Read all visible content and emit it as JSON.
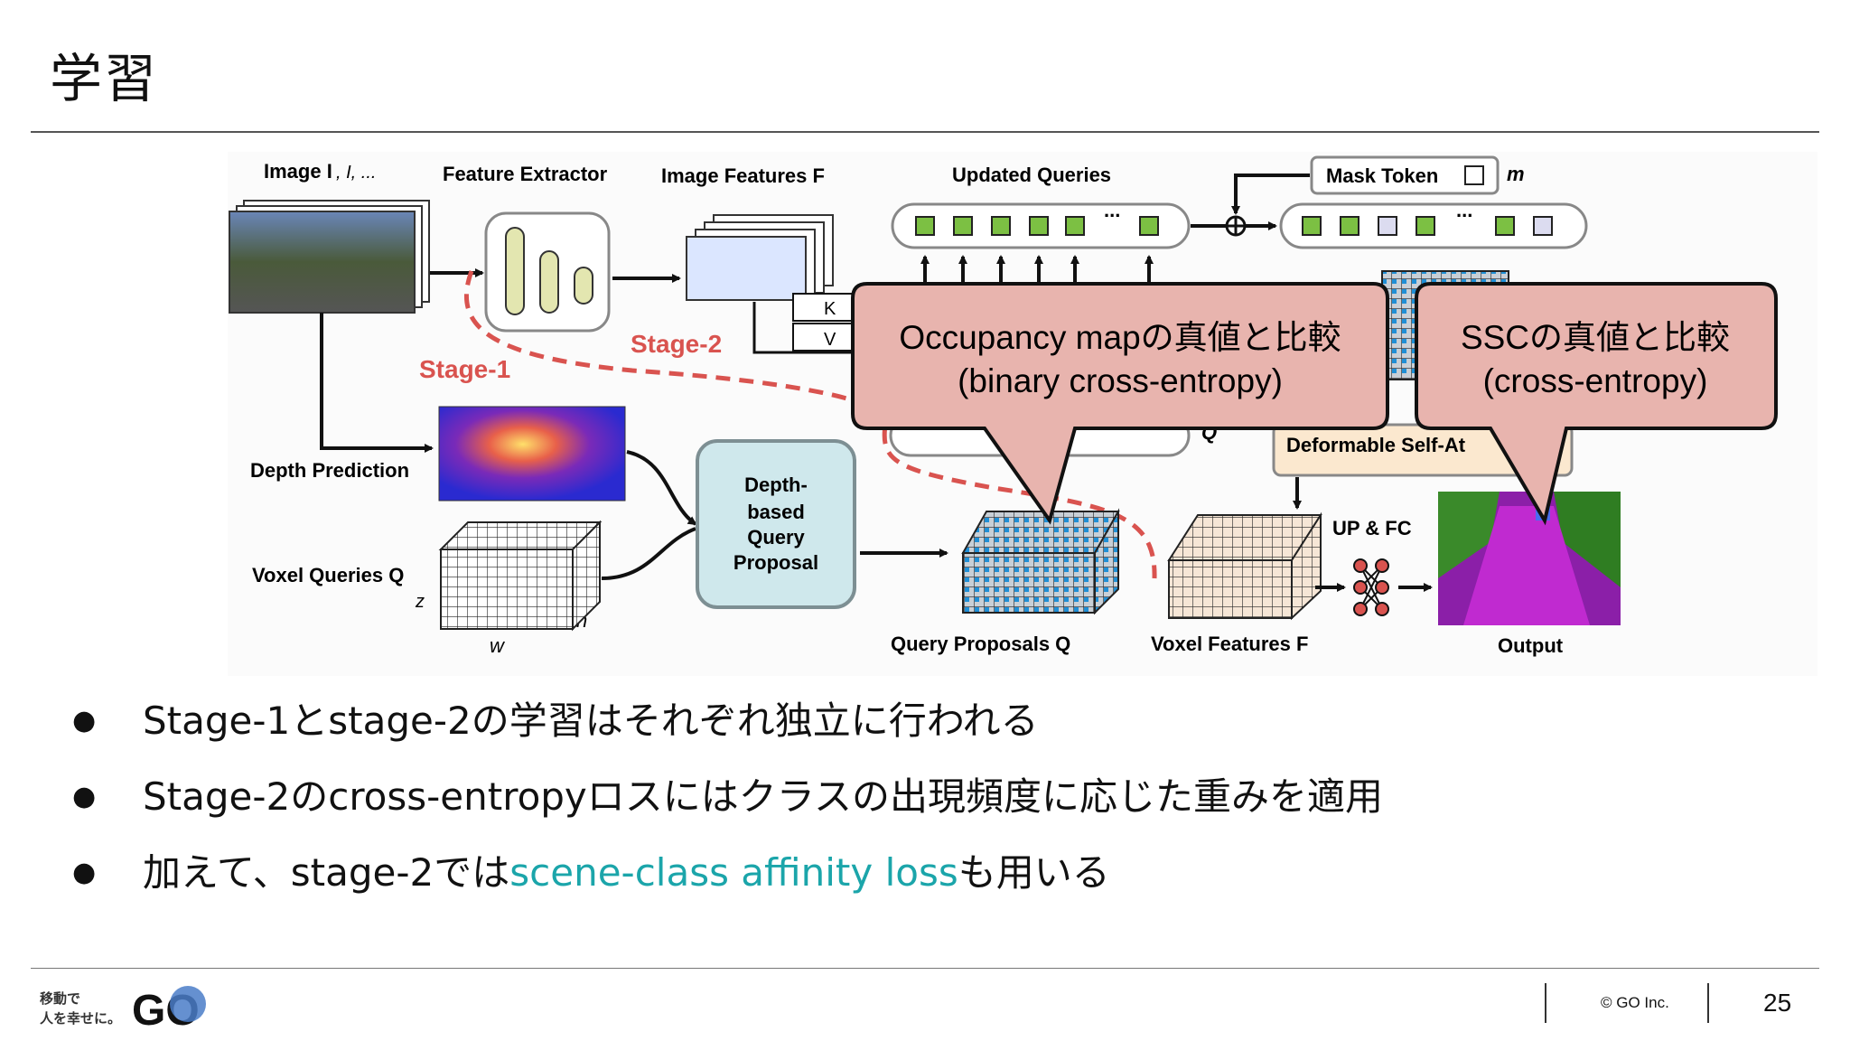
{
  "slide": {
    "title": "学習",
    "page_number": "25",
    "copyright": "© GO Inc."
  },
  "logo": {
    "tagline_line1": "移動で",
    "tagline_line2": "人を幸せに。",
    "mark": "GO"
  },
  "diagram": {
    "labels": {
      "image": "Image I",
      "image_rest": ", I",
      "image_rest2": ", ...",
      "feature_extractor": "Feature Extractor",
      "image_features": "Image Features F",
      "updated_queries": "Updated Queries",
      "mask_token": "Mask Token",
      "m": "m",
      "k": "K",
      "v": "V",
      "stage1": "Stage-1",
      "stage2": "Stage-2",
      "depth_prediction": "Depth Prediction",
      "voxel_queries": "Voxel Queries Q",
      "z": "z",
      "h": "h",
      "w": "w",
      "dbqp_1": "Depth-",
      "dbqp_2": "based",
      "dbqp_3": "Query",
      "dbqp_4": "Proposal",
      "query_proposals": "Query Proposals Q",
      "voxel_features": "Voxel Features F",
      "output": "Output",
      "up_fc": "UP & FC",
      "deformable": "Deformable Self-At",
      "qp": "Q",
      "ellipsis": "..."
    },
    "callouts": [
      {
        "line1": "Occupancy mapの真値と比較",
        "line2": "(binary cross-entropy)"
      },
      {
        "line1": "SSCの真値と比較",
        "line2": "(cross-entropy)"
      }
    ],
    "colors": {
      "stage_line": "#d9534f",
      "callout_fill": "#e8b4ae",
      "proposal_box": "#cfe8ec",
      "query_cube": "#7cc043",
      "highlight_text": "#1ba5aa"
    }
  },
  "bullets": [
    {
      "text": "Stage-1とstage-2の学習はそれぞれ独立に行われる"
    },
    {
      "text": "Stage-2のcross-entropyロスにはクラスの出現頻度に応じた重みを適用"
    },
    {
      "pre": "加えて、stage-2では",
      "highlight": "scene-class affinity loss",
      "post": "も用いる"
    }
  ]
}
